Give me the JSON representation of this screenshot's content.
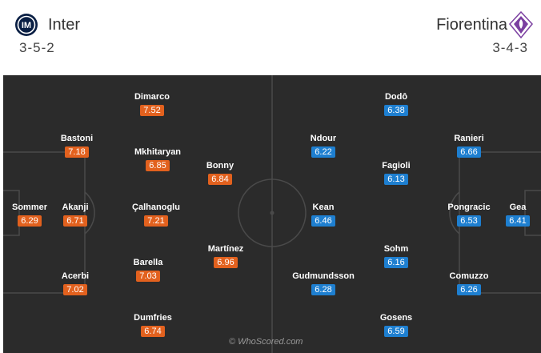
{
  "header": {
    "home": {
      "name": "Inter",
      "formation": "3-5-2"
    },
    "away": {
      "name": "Fiorentina",
      "formation": "3-4-3"
    }
  },
  "colors": {
    "home_rating": "#e2611e",
    "away_rating": "#1e7fd0",
    "pitch": "#2b2b2b",
    "lines": "#4a4a4a",
    "inter_logo": "#0a1f44",
    "fiorentina_logo": "#7b3fa0"
  },
  "icons": {
    "home_logo": "inter-logo-icon",
    "away_logo": "fiorentina-logo-icon"
  },
  "home_players": [
    {
      "name": "Dimarco",
      "rating": "7.52"
    },
    {
      "name": "Bastoni",
      "rating": "7.18"
    },
    {
      "name": "Mkhitaryan",
      "rating": "6.85"
    },
    {
      "name": "Bonny",
      "rating": "6.84"
    },
    {
      "name": "Sommer",
      "rating": "6.29"
    },
    {
      "name": "Akanji",
      "rating": "6.71"
    },
    {
      "name": "Çalhanoglu",
      "rating": "7.21"
    },
    {
      "name": "Martínez",
      "rating": "6.96"
    },
    {
      "name": "Barella",
      "rating": "7.03"
    },
    {
      "name": "Acerbi",
      "rating": "7.02"
    },
    {
      "name": "Dumfries",
      "rating": "6.74"
    }
  ],
  "away_players": [
    {
      "name": "Dodô",
      "rating": "6.38"
    },
    {
      "name": "Ndour",
      "rating": "6.22"
    },
    {
      "name": "Ranieri",
      "rating": "6.66"
    },
    {
      "name": "Fagioli",
      "rating": "6.13"
    },
    {
      "name": "Kean",
      "rating": "6.46"
    },
    {
      "name": "Pongracic",
      "rating": "6.53"
    },
    {
      "name": "Gea",
      "rating": "6.41"
    },
    {
      "name": "Sohm",
      "rating": "6.16"
    },
    {
      "name": "Gudmundsson",
      "rating": "6.28"
    },
    {
      "name": "Comuzzo",
      "rating": "6.26"
    },
    {
      "name": "Gosens",
      "rating": "6.59"
    }
  ],
  "watermark": "© WhoScored.com"
}
